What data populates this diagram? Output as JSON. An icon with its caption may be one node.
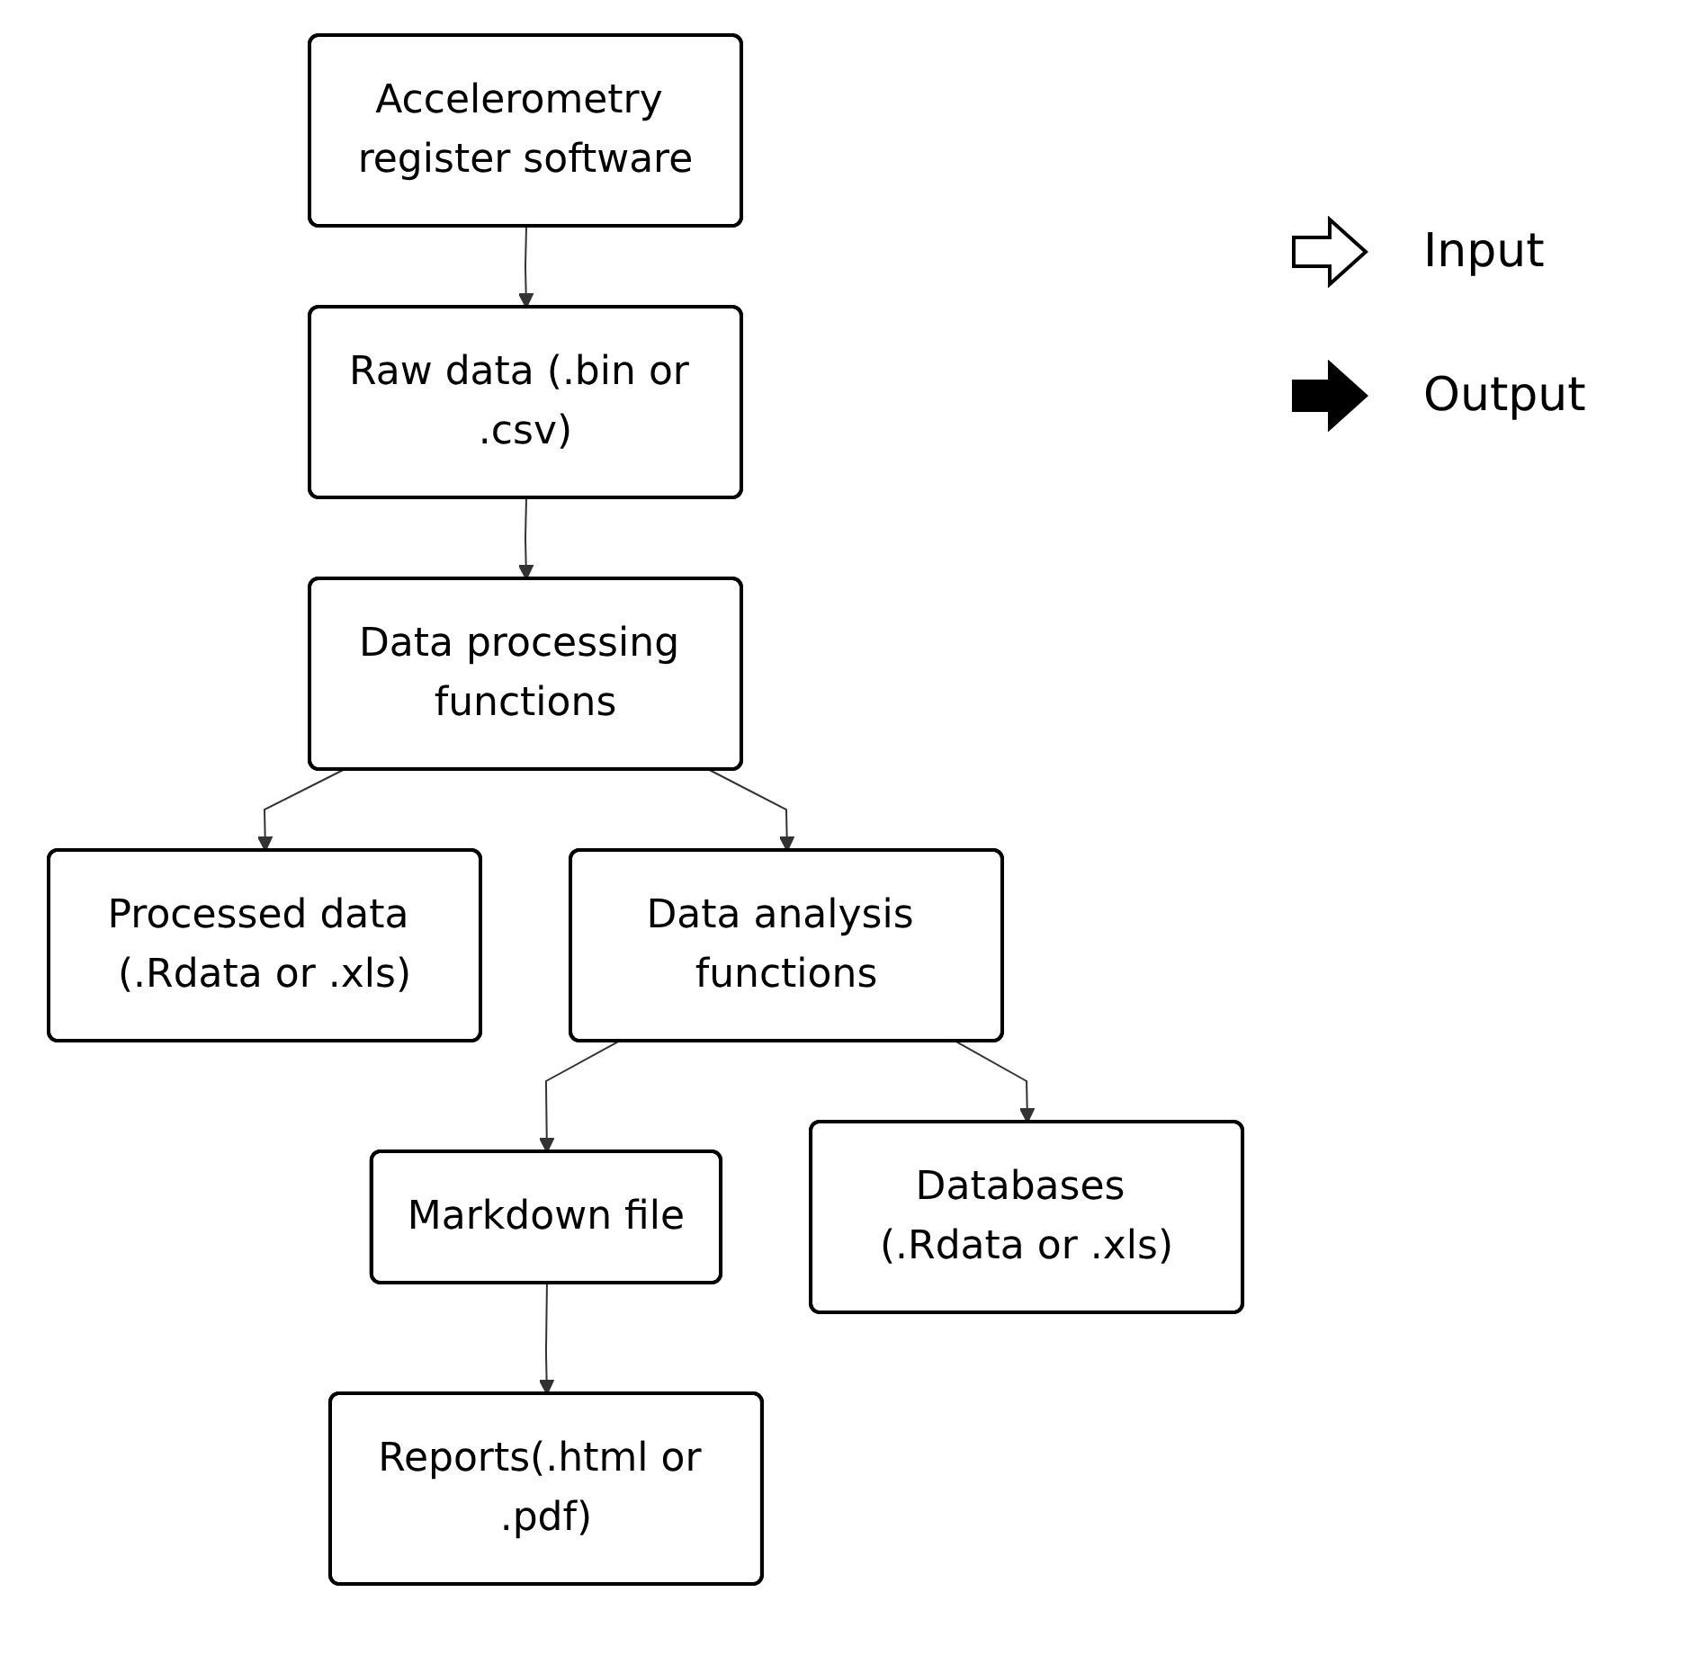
{
  "diagram": {
    "nodes": [
      {
        "text": [
          "Accelerometry register software"
        ]
      },
      {
        "text": [
          "Raw data (.bin or .csv)"
        ]
      },
      {
        "text": [
          "Data processing functions"
        ]
      },
      {
        "text": [
          "Processed data (.Rdata or .xls)"
        ]
      },
      {
        "text": [
          "Data analysis functions"
        ]
      },
      {
        "text": [
          "Markdown file"
        ]
      },
      {
        "text": [
          "Databases (.Rdata or .xls)"
        ]
      },
      {
        "text": [
          "Reports(.html or .pdf)"
        ]
      }
    ],
    "edges": [
      {
        "from": 0,
        "to": 1,
        "arrow": "to"
      },
      {
        "from": 1,
        "to": 2,
        "arrow": "to"
      },
      {
        "from": 2,
        "to": 3,
        "arrow": "to"
      },
      {
        "from": 2,
        "to": 4,
        "arrow": "to"
      },
      {
        "from": 4,
        "to": 5,
        "arrow": "to"
      },
      {
        "from": 4,
        "to": 6,
        "arrow": "to"
      },
      {
        "from": 5,
        "to": 7,
        "arrow": "to"
      }
    ],
    "legend": [
      {
        "text": "Input"
      },
      {
        "text": "Output"
      }
    ]
  }
}
